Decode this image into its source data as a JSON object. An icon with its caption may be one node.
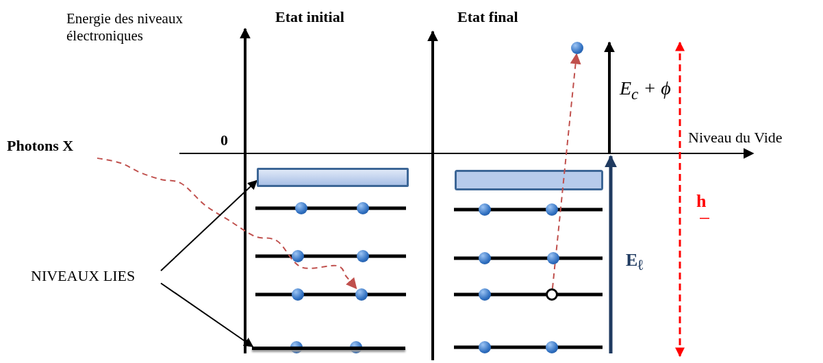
{
  "diagram": {
    "nodes": [
      {
        "text": [
          "Photons X"
        ]
      },
      {
        "text": [
          "NIVEAUX LIES"
        ]
      },
      {
        "text": [],
        "shape": "box"
      },
      {
        "text": [],
        "shape": "bar"
      },
      {
        "text": [],
        "shape": "circle"
      },
      {
        "text": [],
        "shape": "circle"
      },
      {
        "text": [],
        "shape": "circle"
      }
    ],
    "edges": [
      {
        "from": 0,
        "to": 4,
        "arrow": "to",
        "style": "dashed",
        "color": "#c0504d"
      },
      {
        "from": 1,
        "to": 2,
        "arrow": "to",
        "color": "#000000"
      },
      {
        "from": 1,
        "to": 3,
        "arrow": "to",
        "color": "#000000"
      },
      {
        "from": 5,
        "to": 6,
        "arrow": "to",
        "style": "dashed",
        "color": "#c0504d"
      }
    ],
    "labels": [
      "Energie des niveaux électroniques",
      "Etat initial",
      "Etat final",
      "0",
      "E$_{c}$ + ϕ",
      "Niveau du Vide",
      "E$_{ℓ}$",
      "h"
    ]
  }
}
